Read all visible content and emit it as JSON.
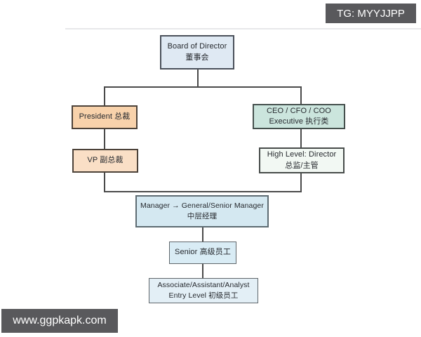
{
  "watermarks": {
    "telegram_label": "TG: MYYJJPP",
    "website_label": "www.ggpkapk.com",
    "badge_bg": "#59595c",
    "badge_text_color": "#ffffff"
  },
  "org_chart": {
    "line_color": "#4a4a4a",
    "nodes": {
      "board": {
        "line1": "Board of Director",
        "line2": "董事会",
        "fill": "#dfe9f3"
      },
      "president": {
        "line1": "President 总裁",
        "line2": "",
        "fill": "#f8d2ab"
      },
      "ceo": {
        "line1": "CEO / CFO / COO",
        "line2": "Executive 执行类",
        "fill": "#cbe5dd"
      },
      "vp": {
        "line1": "VP 副总裁",
        "line2": "",
        "fill": "#fadfc6"
      },
      "high_level": {
        "line1": "High Level: Director",
        "line2": "总监/主管",
        "fill": "#f2f8f3"
      },
      "manager": {
        "line1": "Manager → General/Senior Manager",
        "line2": "中层经理",
        "fill": "#d4e8f1"
      },
      "senior": {
        "line1": "Senior 高级员工",
        "line2": "",
        "fill": "#d9ecf5"
      },
      "entry": {
        "line1": "Associate/Assistant/Analyst",
        "line2": "Entry Level 初级员工",
        "fill": "#e3eff6"
      }
    },
    "edges": [
      {
        "from": "board",
        "to": "president"
      },
      {
        "from": "board",
        "to": "ceo"
      },
      {
        "from": "president",
        "to": "vp"
      },
      {
        "from": "ceo",
        "to": "high_level"
      },
      {
        "from": "vp",
        "to": "manager"
      },
      {
        "from": "high_level",
        "to": "manager"
      },
      {
        "from": "manager",
        "to": "senior"
      },
      {
        "from": "senior",
        "to": "entry"
      }
    ]
  }
}
